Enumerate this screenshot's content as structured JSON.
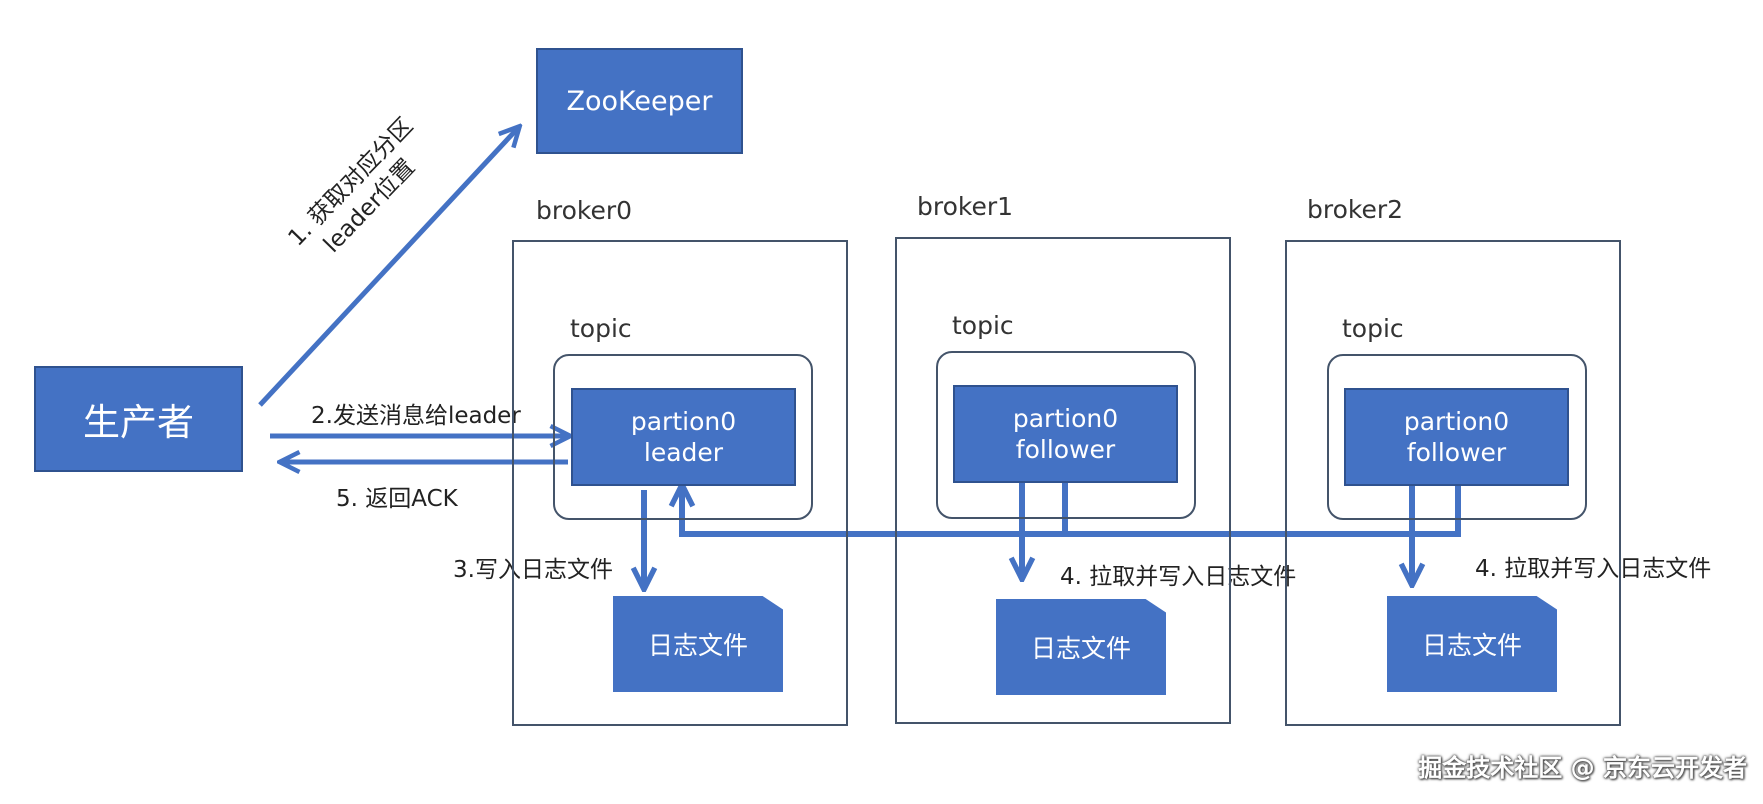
{
  "zookeeper": {
    "label": "ZooKeeper"
  },
  "producer": {
    "label": "生产者"
  },
  "brokers": [
    {
      "name": "broker0",
      "topic": "topic",
      "partition_line1": "partion0",
      "partition_line2": "leader",
      "log": "日志文件"
    },
    {
      "name": "broker1",
      "topic": "topic",
      "partition_line1": "partion0",
      "partition_line2": "follower",
      "log": "日志文件"
    },
    {
      "name": "broker2",
      "topic": "topic",
      "partition_line1": "partion0",
      "partition_line2": "follower",
      "log": "日志文件"
    }
  ],
  "steps": {
    "step1_line1": "1. 获取对应分区",
    "step1_line2": "leader位置",
    "step2": "2.发送消息给leader",
    "step3": "3.写入日志文件",
    "step4_broker1": "4. 拉取并写入日志文件",
    "step4_broker2": "4. 拉取并写入日志文件",
    "step5": "5. 返回ACK"
  },
  "watermark": "掘金技术社区 @ 京东云开发者",
  "colors": {
    "box_fill": "#4472c4",
    "box_border": "#2f528f",
    "arrow": "#4472c4",
    "frame": "#44546a"
  }
}
